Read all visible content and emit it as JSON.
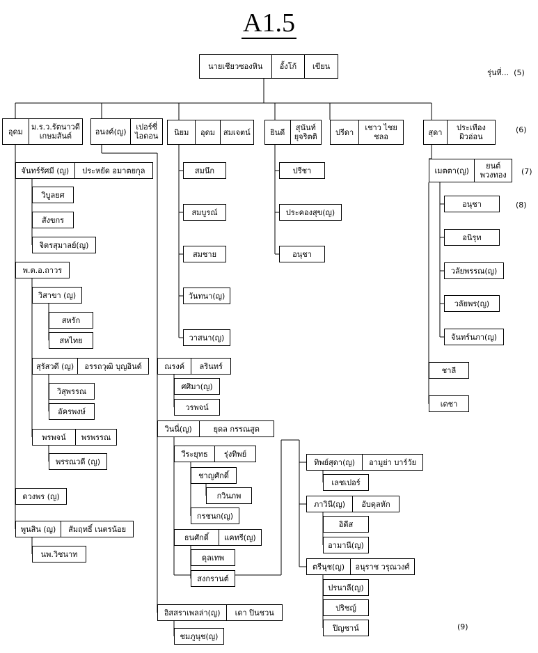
{
  "title": "A1.5",
  "generation_labels": {
    "rundi_label": "รุ่นที่...",
    "g5": "(5)",
    "g6": "(6)",
    "g7": "(7)",
    "g8": "(8)",
    "g9": "(9)"
  },
  "nodes": {
    "root": [
      "นายเชียวซองหิน",
      "อั้งโก้",
      "เขียน"
    ],
    "g6_1": [
      "อุดม",
      "ม.ร.ว.รัตนาวดี\nเกษมสันต์"
    ],
    "g6_2": [
      "อนงค์(ญ)",
      "เปอร์ซี่\nไอดอน"
    ],
    "g6_3": [
      "นิยม",
      "อุดม",
      "สมเจตน์"
    ],
    "g6_4": [
      "ยินดี",
      "สุนันท์\nยุจริตติ"
    ],
    "g6_5": [
      "ปรีดา",
      "เชาว ไชยชลอ"
    ],
    "g6_6": [
      "สุดา",
      "ประเทือง\nผิวอ่อน"
    ],
    "a1": [
      "จันทร์รัศมี (ญ)",
      "ประหยัด อมาตยกุล"
    ],
    "a1c1": [
      "วิบูลยศ"
    ],
    "a1c2": [
      "สังขกร"
    ],
    "a1c3": [
      "จิตรสุมาลย์(ญ)"
    ],
    "a2": [
      "พ.ต.อ.ถาวร"
    ],
    "a2c1": [
      "วิสาขา (ญ)"
    ],
    "a2c1a": [
      "สหรัก"
    ],
    "a2c1b": [
      "สหไทย"
    ],
    "a2c2": [
      "สุรัสวดี (ญ)",
      "อรรถวุฒิ บุญอินด์"
    ],
    "a2c2a": [
      "วิสุพรรณ"
    ],
    "a2c2b": [
      "อัครพงษ์"
    ],
    "a2c3": [
      "พรพจน์",
      "พรพรรณ"
    ],
    "a2c3a": [
      "พรรณวดี (ญ)"
    ],
    "a3": [
      "ดวงพร (ญ)"
    ],
    "a4": [
      "พูนสิน (ญ)",
      "สัมฤทธิ์ เนตรน้อย"
    ],
    "a4c1": [
      "นพ.วิชนาท"
    ],
    "b1": [
      "ณรงค์",
      "ลรินทร์"
    ],
    "b1c1": [
      "ศศิมา(ญ)"
    ],
    "b1c2": [
      "วรพจน์"
    ],
    "b2": [
      "วินนี่(ญ)",
      "ยุดล กรรณสูต"
    ],
    "b2c1": [
      "วีระยุทธ",
      "รุ่งทิพย์"
    ],
    "b2c1a": [
      "ชาญศักดิ์"
    ],
    "b2c1a1": [
      "กวินภพ"
    ],
    "b2c1b": [
      "กรชนก(ญ)"
    ],
    "b2c2": [
      "ธนศักดิ์",
      "แคทรี(ญ)"
    ],
    "b2c2a": [
      "ดุลเทพ"
    ],
    "b2c2b": [
      "สงกรานต์"
    ],
    "b2c3": [
      "ทิพย์สุดา(ญ)",
      "อามูย่า บาร์วัย"
    ],
    "b2c3a": [
      "เลชเปอร์"
    ],
    "b2c4": [
      "ภาวินี(ญ)",
      "อับดุลหัก"
    ],
    "b2c4a": [
      "อิดีส"
    ],
    "b2c4b": [
      "อามานี(ญ)"
    ],
    "b2c5": [
      "ตรีนุช(ญ)",
      "อนุราช วรุณวงศ์"
    ],
    "b2c5a": [
      "ปรนาลี(ญ)"
    ],
    "b2c5b": [
      "ปริชญ์"
    ],
    "b2c5c": [
      "ปิญชาน์"
    ],
    "b3": [
      "อิสสราเพลล่า(ญ)",
      "เดา ปินชวน"
    ],
    "b3c1": [
      "ชมภูนุช(ญ)"
    ],
    "c1": [
      "สมนึก"
    ],
    "c2": [
      "สมบูรณ์"
    ],
    "c3": [
      "สมชาย"
    ],
    "c4": [
      "วันทนา(ญ)"
    ],
    "c5": [
      "วาสนา(ญ)"
    ],
    "d1": [
      "ปรีชา"
    ],
    "d2": [
      "ประคองสุข(ญ)"
    ],
    "d3": [
      "อนุชา"
    ],
    "e1": [
      "เมตตา(ญ)",
      "ยนต์\nพวงทอง"
    ],
    "e1c1": [
      "อนุชา"
    ],
    "e1c2": [
      "อนิรุท"
    ],
    "e1c3": [
      "วลัยพรรณ(ญ)"
    ],
    "e1c4": [
      "วลัยพร(ญ)"
    ],
    "e1c5": [
      "จันทร์นภา(ญ)"
    ],
    "e2": [
      "ชาลี"
    ],
    "e3": [
      "เดชา"
    ]
  }
}
